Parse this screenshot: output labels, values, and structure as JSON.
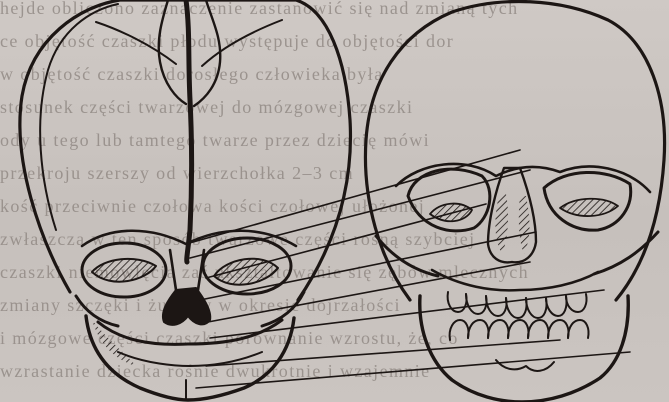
{
  "background_text": [
    "hejde obliczono zaznaczenie zastanowić się nad zmianą tych",
    "ce objętość czaszki płodu występuje do objętości dor",
    "w objętość czaszki dorosłego człowieka była",
    "stosunek części twarzowej do mózgowej czaszki",
    "ody u tego lub tamtego twarze przez dziecię mówi",
    "przekroju szerszy od wierzchołka 2–3 cm",
    "kość przeciwnie czołowa kości czołowej ułożonej",
    "zwłaszcza w ten sposób twarzowe części rosną szybciej",
    "czaszki niemowlęcia zaś ukształtowanie się zębów mlecznych",
    "zmiany szczęki i żuchwy w okresie dojrzałości",
    "i mózgowe części czaszki porównanie wzrostu, że, co",
    "wzrastanie dziecka rośnie dwukrotnie i wzajemnie"
  ],
  "figure": {
    "ink_color": "#1c1614",
    "paper_color": "#cfc9c5"
  }
}
